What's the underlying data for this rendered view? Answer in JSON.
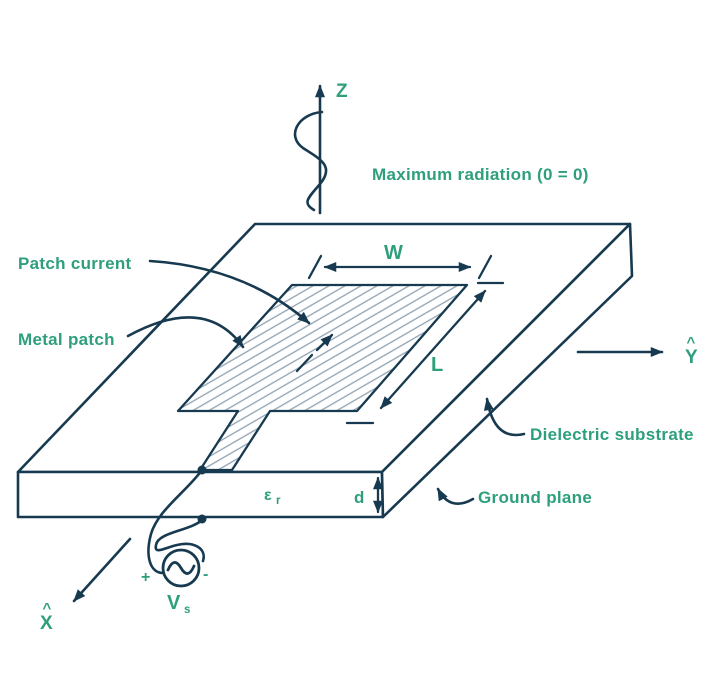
{
  "colors": {
    "ink": "#173a50",
    "accent": "#2e9f7c",
    "hatch": "#8fa1b1",
    "background": "#ffffff"
  },
  "axes": {
    "z": "Z",
    "y": "Y",
    "x": "X",
    "hat": "^"
  },
  "annotations": {
    "max_radiation": "Maximum radiation (0 = 0)",
    "patch_current": "Patch current",
    "metal_patch": "Metal patch",
    "dielectric_substrate": "Dielectric substrate",
    "ground_plane": "Ground plane"
  },
  "dimensions": {
    "width": "W",
    "length": "L",
    "thickness": "d"
  },
  "symbols": {
    "epsilon": "ε",
    "epsilon_sub": "r",
    "source_v": "V",
    "source_v_sub": "s",
    "plus": "+",
    "minus": "-"
  }
}
